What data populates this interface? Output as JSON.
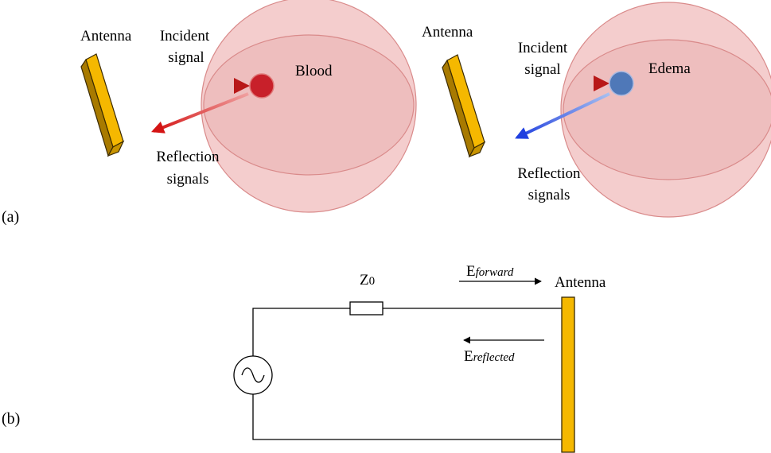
{
  "panel_a": {
    "label": "(a)",
    "left": {
      "antenna_label": "Antenna",
      "incident_line1": "Incident",
      "incident_line2": "signal",
      "target_label": "Blood",
      "reflection_line1": "Reflection",
      "reflection_line2": "signals"
    },
    "right": {
      "antenna_label": "Antenna",
      "incident_line1": "Incident",
      "incident_line2": "signal",
      "target_label": "Edema",
      "reflection_line1": "Reflection",
      "reflection_line2": "signals"
    }
  },
  "panel_b": {
    "label": "(b)",
    "impedance_main": "Z",
    "impedance_sub": "0",
    "forward_main": "E",
    "forward_sub": "forward",
    "reflected_main": "E",
    "reflected_sub": "reflected",
    "antenna_label": "Antenna"
  },
  "colors": {
    "antenna": "#f5b800",
    "sphere_fill": "#f2c4c4",
    "sphere_stroke": "#d98a8a",
    "blood": "#c8202a",
    "edema": "#4f78b8",
    "incident_arrow": "#c01818",
    "reflection_blood": "#d41a1a",
    "reflection_edema": "#2e50d8"
  }
}
